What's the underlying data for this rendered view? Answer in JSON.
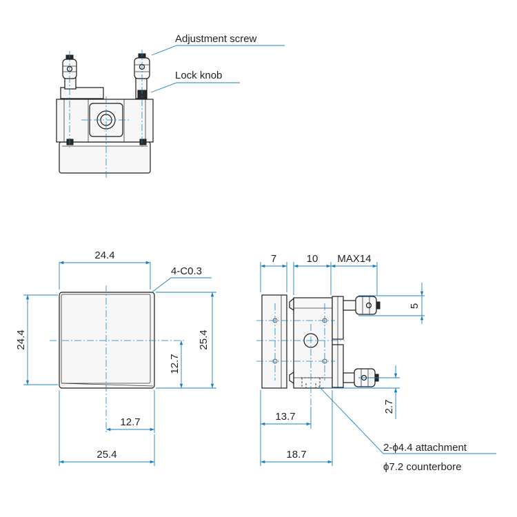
{
  "callouts": {
    "adjustment_screw": "Adjustment screw",
    "lock_knob": "Lock knob",
    "chamfer": "4-C0.3",
    "attachment_line1": "2-ϕ4.4 attachment",
    "attachment_line2": "ϕ7.2 counterbore"
  },
  "front_view": {
    "width_top": "24.4",
    "height_left": "24.4",
    "height_right": "25.4",
    "center_height": "12.7",
    "center_width": "12.7",
    "width_bottom": "25.4"
  },
  "side_view": {
    "dim_7": "7",
    "dim_10": "10",
    "dim_max": "MAX14",
    "dim_5": "5",
    "dim_2_7": "2.7",
    "dim_13_7": "13.7",
    "dim_18_7": "18.7"
  },
  "colors": {
    "dimension_line": "#1a7fc0",
    "outline": "#1a1a1a"
  }
}
